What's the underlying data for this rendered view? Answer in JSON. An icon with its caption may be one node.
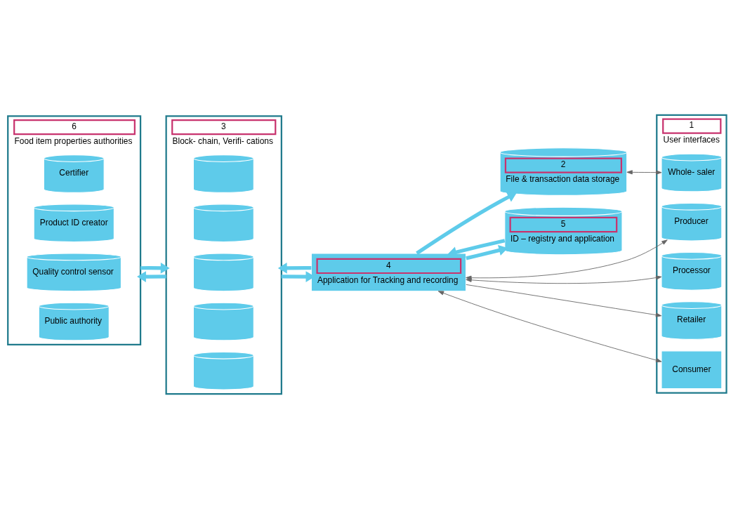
{
  "diagram": {
    "nodes": [
      {
        "text": [
          "6",
          "Food item properties authorities"
        ]
      },
      {
        "text": [
          "Certifier"
        ],
        "in": 0
      },
      {
        "text": [
          "Product ID creator"
        ],
        "in": 0
      },
      {
        "text": [
          "Quality control sensor"
        ],
        "in": 0
      },
      {
        "text": [
          "Public authority"
        ],
        "in": 0
      },
      {
        "text": [
          "3",
          "Block- chain, Verifi- cations"
        ]
      },
      {
        "text": [],
        "shape": "cylinder",
        "in": 5
      },
      {
        "text": [],
        "shape": "cylinder",
        "in": 5
      },
      {
        "text": [],
        "shape": "cylinder",
        "in": 5
      },
      {
        "text": [],
        "shape": "cylinder",
        "in": 5
      },
      {
        "text": [],
        "shape": "cylinder",
        "in": 5
      },
      {
        "text": [
          "2",
          "File & transaction data storage"
        ]
      },
      {
        "text": [
          "4",
          "Application for Tracking and recording"
        ]
      },
      {
        "text": [
          "5",
          "ID – registry and application"
        ]
      },
      {
        "text": [
          "1",
          "User interfaces"
        ]
      },
      {
        "text": [
          "Producer"
        ],
        "in": 14
      },
      {
        "text": [
          "Processor"
        ],
        "in": 14
      },
      {
        "text": [
          "Whole- saler"
        ],
        "in": 14
      },
      {
        "text": [
          "Retailer"
        ],
        "in": 14
      },
      {
        "text": [
          "Consumer"
        ],
        "in": 14
      }
    ],
    "edges": [
      {
        "from": 0,
        "to": 5,
        "arrow": "to"
      },
      {
        "from": 5,
        "to": 0,
        "arrow": "to"
      },
      {
        "from": 5,
        "to": 12,
        "arrow": "to"
      },
      {
        "from": 12,
        "to": 5,
        "arrow": "to"
      },
      {
        "from": 12,
        "to": 11,
        "arrow": "to"
      },
      {
        "from": 13,
        "to": 12,
        "arrow": "to"
      },
      {
        "from": 12,
        "to": 13,
        "arrow": "to"
      },
      {
        "from": 11,
        "to": 17,
        "arrow": "both",
        "color": "#666666"
      },
      {
        "from": 12,
        "to": 15,
        "arrow": "both",
        "color": "#666666"
      },
      {
        "from": 12,
        "to": 16,
        "arrow": "both",
        "color": "#666666"
      },
      {
        "from": 12,
        "to": 18,
        "arrow": "to",
        "color": "#666666"
      },
      {
        "from": 12,
        "to": 19,
        "arrow": "both",
        "color": "#666666"
      }
    ]
  }
}
